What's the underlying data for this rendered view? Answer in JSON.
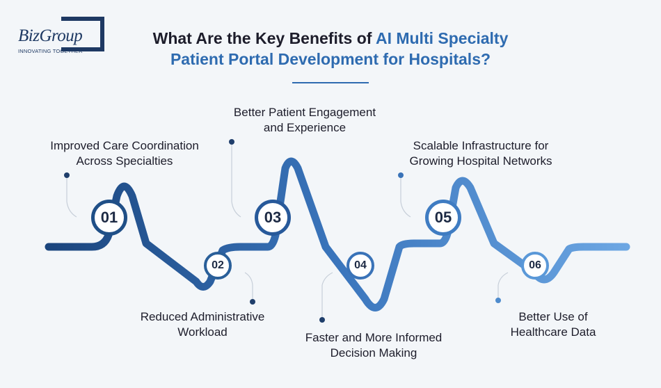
{
  "brand": {
    "name": "BizGroup",
    "tagline": "INNOVATING TOGETHER"
  },
  "title": {
    "part1": "What Are the Key Benefits of ",
    "part2": "AI Multi Specialty",
    "part3": "Patient Portal Development for Hospitals?"
  },
  "benefits": [
    {
      "number": "01",
      "line1": "Improved Care Coordination",
      "line2": "Across Specialties"
    },
    {
      "number": "02",
      "line1": "Reduced Administrative",
      "line2": "Workload"
    },
    {
      "number": "03",
      "line1": "Better Patient Engagement",
      "line2": "and Experience"
    },
    {
      "number": "04",
      "line1": "Faster and More Informed",
      "line2": "Decision Making"
    },
    {
      "number": "05",
      "line1": "Scalable Infrastructure for",
      "line2": "Growing Hospital Networks"
    },
    {
      "number": "06",
      "line1": "Better Use of",
      "line2": "Healthcare Data"
    }
  ],
  "colors": {
    "wave_start": "#1a447c",
    "wave_end": "#5f9fdf",
    "accent": "#2e6bb0"
  }
}
